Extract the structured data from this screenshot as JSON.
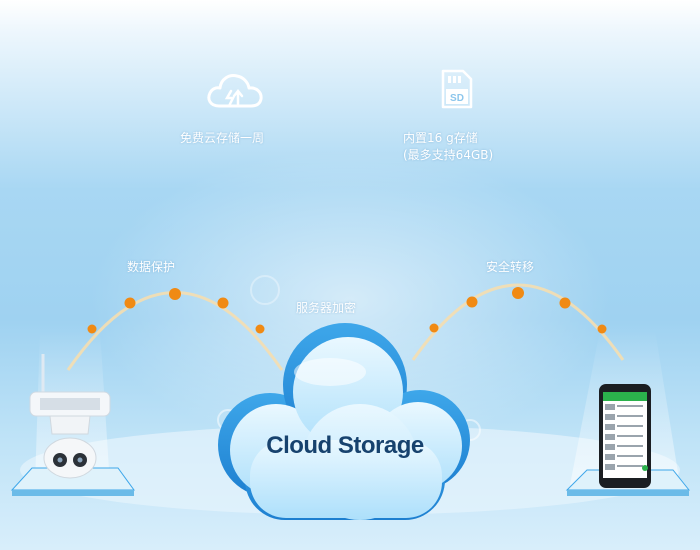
{
  "features": {
    "cloud": {
      "icon": "cloud-upload-icon",
      "label": "免费云存储一周"
    },
    "sd": {
      "icon": "sd-card-icon",
      "badge": "SD",
      "line1": "内置16 g存储",
      "line2": "(最多支持64GB)"
    }
  },
  "flow": {
    "left_label": "数据保护",
    "center_label": "服务器加密",
    "right_label": "安全转移"
  },
  "cloud": {
    "title": "Cloud Storage"
  },
  "colors": {
    "accent_dot": "#f08a14",
    "arc": "#f5deb0",
    "cloud_text": "#17426e"
  }
}
